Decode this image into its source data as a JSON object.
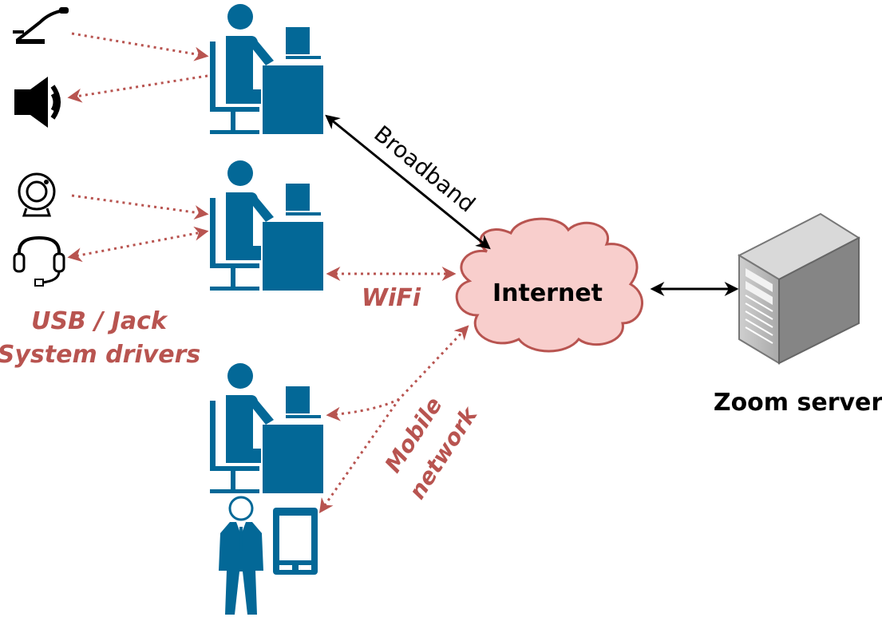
{
  "labels": {
    "broadband": "Broadband",
    "wifi": "WiFi",
    "mobile_line1": "Mobile",
    "mobile_line2": "network",
    "usb_line1": "USB / Jack",
    "usb_line2": "System drivers",
    "internet": "Internet",
    "zoom_server": "Zoom server"
  },
  "colors": {
    "computer_user": "#036897",
    "wireless_link": "#b85450",
    "cloud_fill": "#f8cecc",
    "cloud_stroke": "#b85450",
    "wired_link": "#000000",
    "server_body": "#8a8a8a"
  },
  "icons": [
    "microphone-icon",
    "speaker-icon",
    "webcam-icon",
    "headset-icon",
    "computer-user-icon",
    "businessman-icon",
    "tablet-icon",
    "cloud-icon",
    "server-tower-icon"
  ]
}
